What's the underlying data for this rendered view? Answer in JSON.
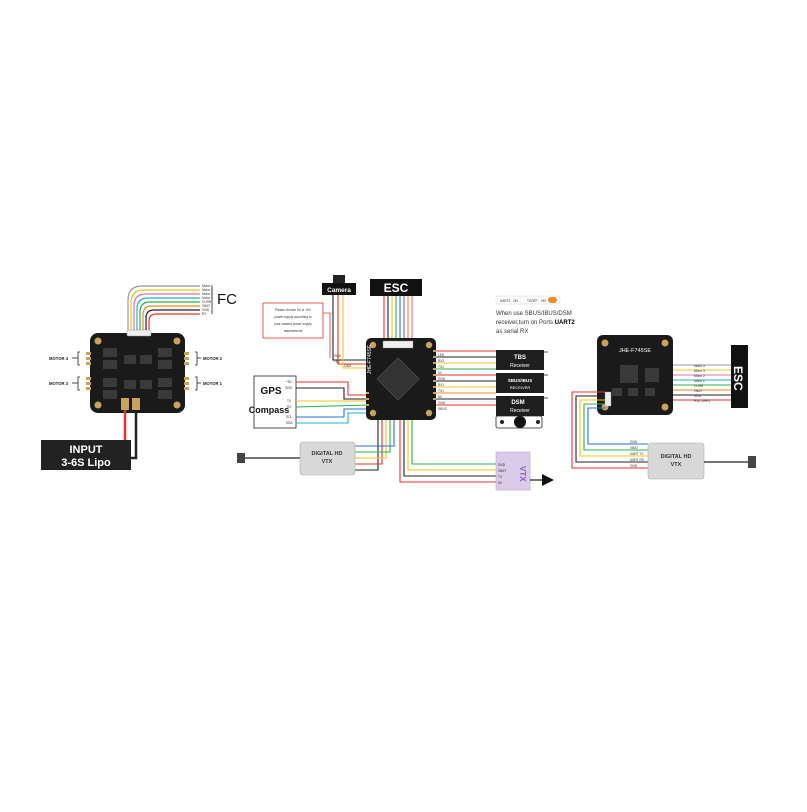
{
  "colors": {
    "board": "#1a1a1a",
    "pad": "#c8a45a",
    "red": "#e8322c",
    "black": "#222222",
    "yellow": "#f0c419",
    "green": "#2bb24c",
    "blue": "#2a6fd6",
    "purple": "#8e5cc7",
    "orange": "#f08a24",
    "pink": "#e86fa8",
    "cyan": "#21b3c9",
    "brown": "#8a5a2b",
    "vtx": "#d9cbe9",
    "module": "#d8d8d8"
  },
  "left": {
    "fc_label": "FC",
    "wire_labels": [
      "Motor 1",
      "Motor 2",
      "Motor 3",
      "Motor 4",
      "CURR",
      "VBAT",
      "GND",
      "RX"
    ],
    "motor4": "MOTOR 4",
    "motor3": "MOTOR 3",
    "motor2": "MOTOR 2",
    "motor1": "MOTOR 1",
    "input_line1": "INPUT",
    "input_line2": "3-6S Lipo"
  },
  "middle": {
    "esc_label": "ESC",
    "camera_label": "Camera",
    "power_note": [
      "Please choose 5V or 10V",
      "power supply according to",
      "your camera power supply",
      "requirements"
    ],
    "gps_title": "GPS",
    "compass_title": "Compass",
    "gps_pins": [
      "+5V",
      "GND",
      "TX",
      "RX",
      "SCL",
      "SDA"
    ],
    "camera_pins": [
      "GND",
      "+5V",
      "CAM"
    ],
    "receivers": [
      {
        "name": "TBS",
        "sub": "Receiver"
      },
      {
        "name": "SBUS/IBUS",
        "sub": "RECEIVER"
      },
      {
        "name": "DSM",
        "sub": "Receiver"
      }
    ],
    "uart_note_line1": "When use SBUS/IBUS/DSM",
    "uart_note_line2": "receiver,turn on Ports",
    "uart_note_bold": "UART2",
    "uart_note_line3": "as serial RX",
    "switch_labels": [
      "UART2",
      "ON",
      "TXOFF",
      "ON"
    ],
    "hd_vtx_line1": "DIGITAL HD",
    "hd_vtx_line2": "VTX",
    "vtx_label": "VTX",
    "fc_silk": "JHE-F745SE",
    "pad_labels_right": [
      "LED",
      "RX2",
      "TX2",
      "5V",
      "GND",
      "RX1",
      "TX1",
      "5V",
      "GND",
      "SBUS"
    ],
    "vtx_pins": [
      "GND",
      "VBAT",
      "TX",
      "5V"
    ]
  },
  "right": {
    "esc_label": "ESC",
    "fc_silk": "JHE-F745SE",
    "wire_labels": [
      "Motor 4",
      "Motor 3",
      "Motor 2",
      "Motor 1",
      "CURR",
      "VBAT",
      "GND",
      "RX(CURR)"
    ],
    "vtx_pins": [
      "GND",
      "VBAT",
      "UART TX",
      "UART RX",
      "GND"
    ],
    "hd_vtx_line1": "DIGITAL HD",
    "hd_vtx_line2": "VTX"
  }
}
